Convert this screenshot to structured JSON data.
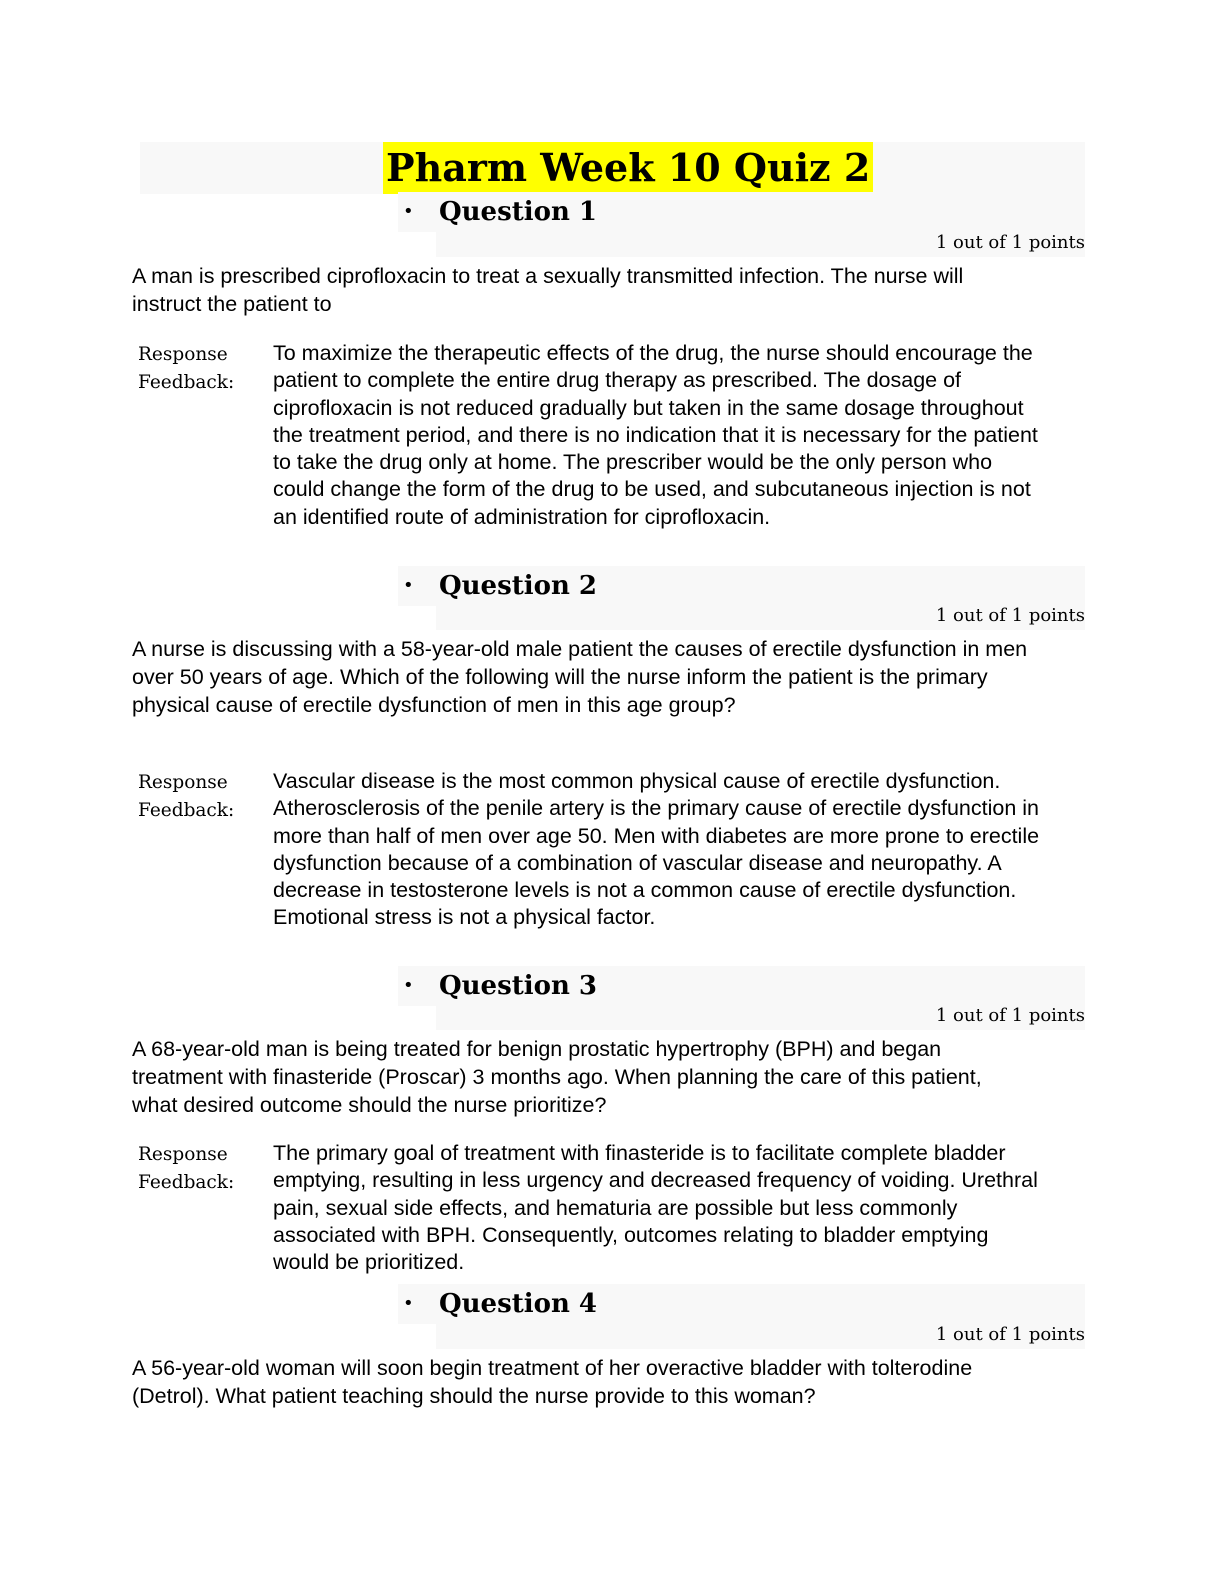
{
  "document": {
    "title": "Pharm Week 10 Quiz 2",
    "response_label_line1": "Response",
    "response_label_line2": "Feedback:",
    "bullet": "•",
    "questions": [
      {
        "label": "Question 1",
        "points": "1 out of 1 points",
        "text": "A man is prescribed ciprofloxacin to treat a sexually transmitted infection. The nurse will instruct the patient to",
        "feedback": "To maximize the therapeutic effects of the drug, the nurse should encourage the patient to complete the entire drug therapy as prescribed. The dosage of ciprofloxacin is not reduced gradually but taken in the same dosage throughout the treatment period, and there is no indication that it is necessary for the patient to take the drug only at home. The prescriber would be the only person who could change the form of the drug to be used, and subcutaneous injection is not an identified route of administration for ciprofloxacin."
      },
      {
        "label": "Question 2",
        "points": "1 out of 1 points",
        "text": "A nurse is discussing with a 58-year-old male patient the causes of erectile dysfunction in men over 50 years of age. Which of the following will the nurse inform the patient is the primary physical cause of erectile dysfunction of men in this age group?",
        "feedback": "Vascular disease is the most common physical cause of erectile dysfunction. Atherosclerosis of the penile artery is the primary cause of erectile dysfunction in more than half of men over age 50. Men with diabetes are more prone to erectile dysfunction because of a combination of vascular disease and neuropathy. A decrease in testosterone levels is not a common cause of erectile dysfunction. Emotional stress is not a physical factor."
      },
      {
        "label": "Question 3",
        "points": "1 out of 1 points",
        "text": "A 68-year-old man is being treated for benign prostatic hypertrophy (BPH) and began treatment with finasteride (Proscar) 3 months ago. When planning the care of this patient, what desired outcome should the nurse prioritize?",
        "feedback": "The primary goal of treatment with finasteride is to facilitate complete bladder emptying, resulting in less urgency and decreased frequency of voiding. Urethral pain, sexual side effects, and hematuria are possible but less commonly associated with BPH. Consequently, outcomes relating to bladder emptying would be prioritized."
      },
      {
        "label": "Question 4",
        "points": "1 out of 1 points",
        "text": "A 56-year-old woman will soon begin treatment of her overactive bladder with tolterodine (Detrol). What patient teaching should the nurse provide to this woman?"
      }
    ]
  }
}
